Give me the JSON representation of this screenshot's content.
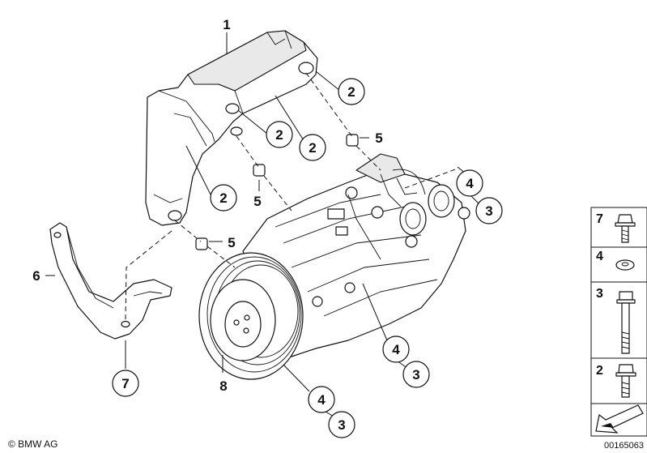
{
  "callouts": [
    {
      "id": "c1",
      "label": "1"
    },
    {
      "id": "c2a",
      "label": "2"
    },
    {
      "id": "c2b",
      "label": "2"
    },
    {
      "id": "c2c",
      "label": "2"
    },
    {
      "id": "c2d",
      "label": "2"
    },
    {
      "id": "c5a",
      "label": "5"
    },
    {
      "id": "c5b",
      "label": "5"
    },
    {
      "id": "c5c",
      "label": "5"
    },
    {
      "id": "c4a",
      "label": "4"
    },
    {
      "id": "c3a",
      "label": "3"
    },
    {
      "id": "c6",
      "label": "6"
    },
    {
      "id": "c7",
      "label": "7"
    },
    {
      "id": "c8",
      "label": "8"
    },
    {
      "id": "c4b",
      "label": "4"
    },
    {
      "id": "c3b",
      "label": "3"
    },
    {
      "id": "c4c",
      "label": "4"
    },
    {
      "id": "c3c",
      "label": "3"
    }
  ],
  "legend": [
    "7",
    "4",
    "3",
    "2"
  ],
  "copyright": "© BMW AG",
  "doc_number": "00165063"
}
